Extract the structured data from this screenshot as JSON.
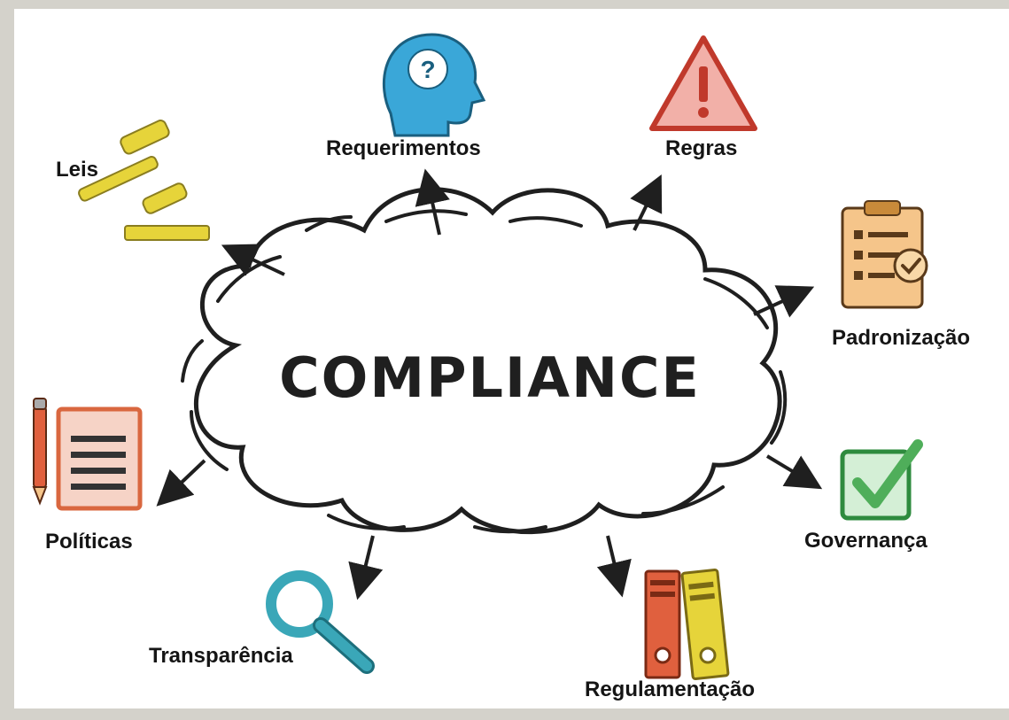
{
  "center": {
    "title": "COMPLIANCE"
  },
  "nodes": {
    "leis": "Leis",
    "requerimentos": "Requerimentos",
    "regras": "Regras",
    "padronizacao": "Padronização",
    "governanca": "Governança",
    "regulamentacao": "Regulamentação",
    "transparencia": "Transparência",
    "politicas": "Políticas"
  },
  "icons": {
    "leis": "gavel-icon",
    "requerimentos": "head-question-icon",
    "regras": "warning-icon",
    "padronizacao": "clipboard-check-icon",
    "governanca": "checkbox-icon",
    "regulamentacao": "binders-icon",
    "transparencia": "magnifier-icon",
    "politicas": "document-pencil-icon"
  },
  "colors": {
    "gavel": "#e6d43a",
    "head": "#3aa7d8",
    "warning": "#d9534f",
    "clipboard": "#c98a3a",
    "checkbox": "#4fae5a",
    "binder_red": "#e0603e",
    "binder_yellow": "#e6d43a",
    "magnifier": "#3aa7b8",
    "document": "#d9673f"
  }
}
